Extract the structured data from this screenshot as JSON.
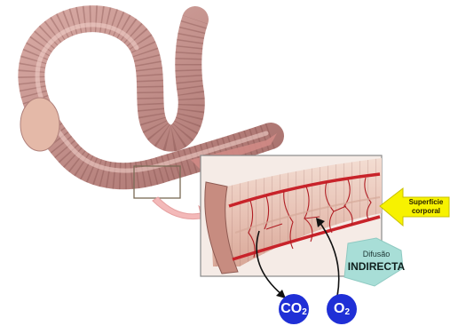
{
  "surface_label": {
    "line1": "Superfície",
    "line2": "corporal"
  },
  "diffusion_label": {
    "line1": "Difusão",
    "line2": "INDIRECTA"
  },
  "gases": {
    "co2": {
      "base": "CO",
      "subscript": "2"
    },
    "o2": {
      "base": "O",
      "subscript": "2"
    }
  },
  "colors": {
    "worm_body": "#c48f8a",
    "clitellum": "#e4b9a8",
    "vessel": "#c8232a",
    "gas_circle": "#1f2fd6",
    "arrow_yellow": "#f7f200",
    "hexagon": "#a8ded7"
  }
}
